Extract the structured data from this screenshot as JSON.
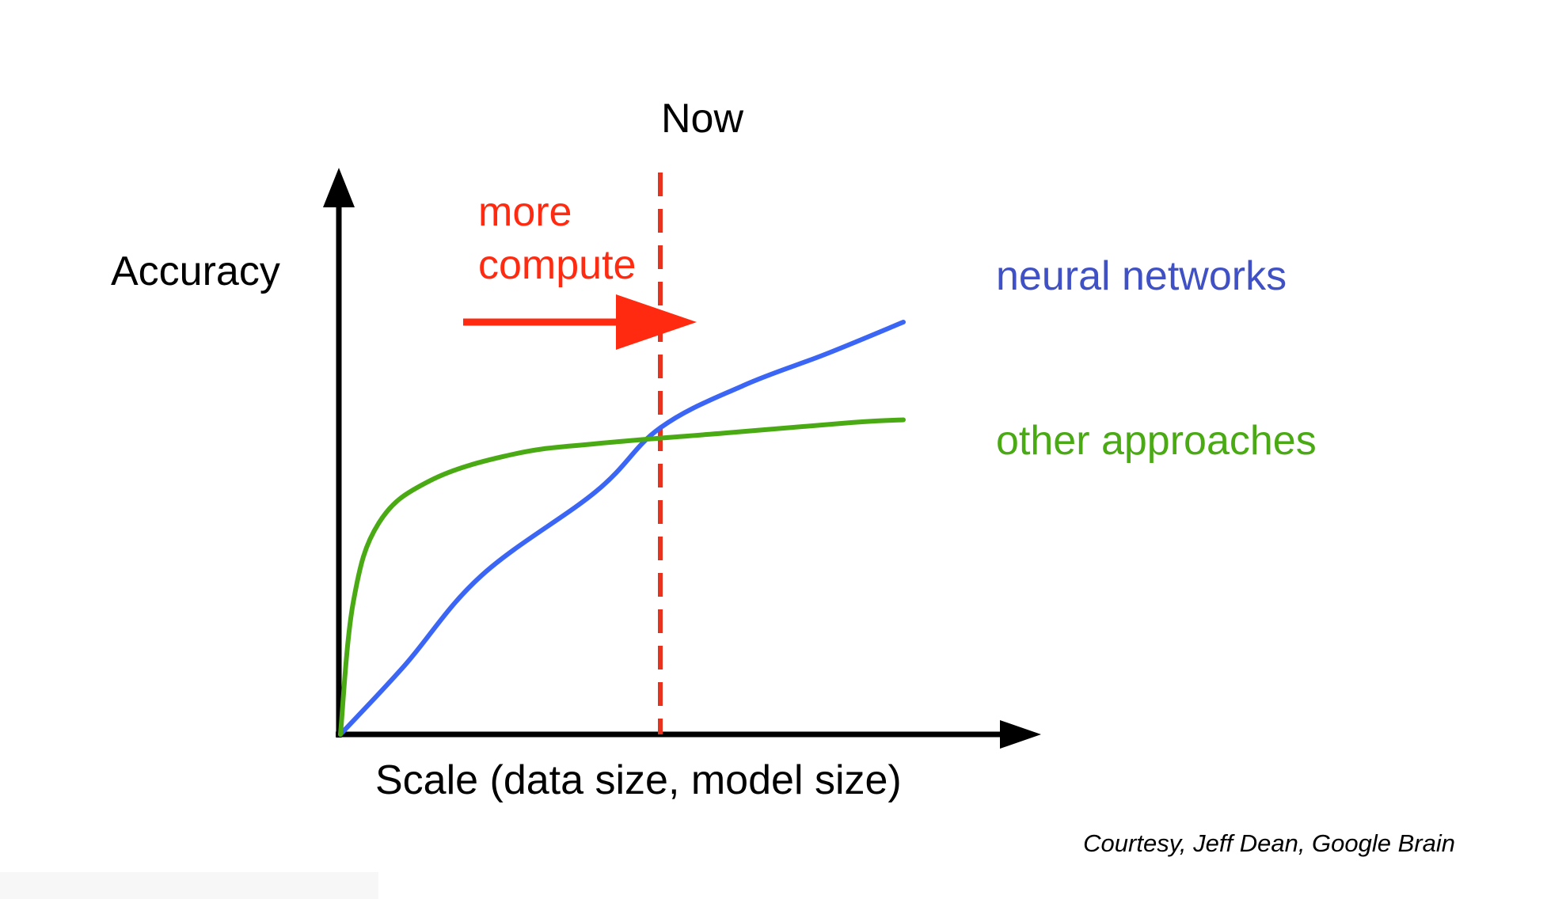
{
  "chart_data": {
    "type": "line",
    "xlabel": "Scale (data size, model size)",
    "ylabel": "Accuracy",
    "xlim": [
      0,
      10
    ],
    "ylim": [
      0,
      10
    ],
    "grid": false,
    "legend": "labels at line ends",
    "series": [
      {
        "name": "neural networks",
        "color": "#3b66f5",
        "label_color": "#3f51c4",
        "x": [
          0,
          1.0,
          2.2,
          4.0,
          5.0,
          6.3,
          7.6,
          8.8
        ],
        "y": [
          0,
          1.3,
          3.0,
          4.6,
          5.8,
          6.6,
          7.2,
          7.8
        ]
      },
      {
        "name": "other approaches",
        "color": "#4aaa14",
        "label_color": "#4aaa14",
        "x": [
          0,
          0.2,
          0.6,
          1.4,
          2.7,
          4.0,
          6.0,
          8.0,
          8.8
        ],
        "y": [
          0,
          2.5,
          4.0,
          4.8,
          5.3,
          5.5,
          5.7,
          5.9,
          5.95
        ]
      }
    ],
    "annotations": {
      "now": {
        "label": "Now",
        "x": 5.0,
        "color": "#e8321e"
      },
      "arrow": {
        "label_line1": "more",
        "label_line2": "compute",
        "color": "#ff2a10"
      }
    },
    "credit": "Courtesy, Jeff Dean, Google Brain"
  }
}
